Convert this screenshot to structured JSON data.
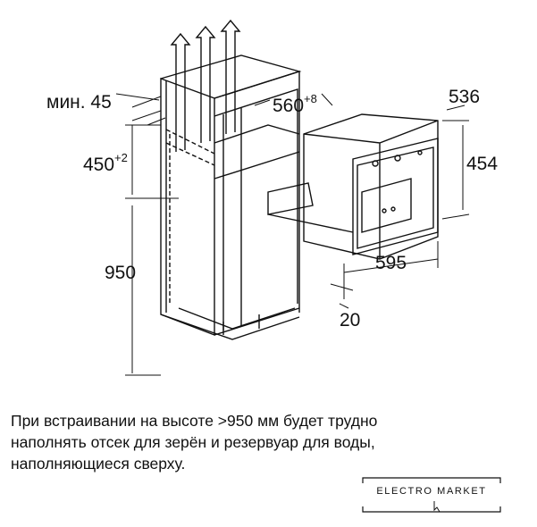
{
  "dimensions": {
    "min_gap_label": "мин. 45",
    "niche_depth": "560",
    "niche_depth_tol": "+8",
    "niche_height": "450",
    "niche_height_tol": "+2",
    "mount_height": "950",
    "appliance_depth": "536",
    "appliance_height": "454",
    "appliance_width": "595",
    "front_offset": "20"
  },
  "note": {
    "line1": "При встраивании на высоте >950 мм будет трудно",
    "line2": "наполнять отсек для зерён и резервуар для воды,",
    "line3": "наполняющиеся сверху."
  },
  "logo": {
    "name": "ELECTRO MARKET"
  }
}
